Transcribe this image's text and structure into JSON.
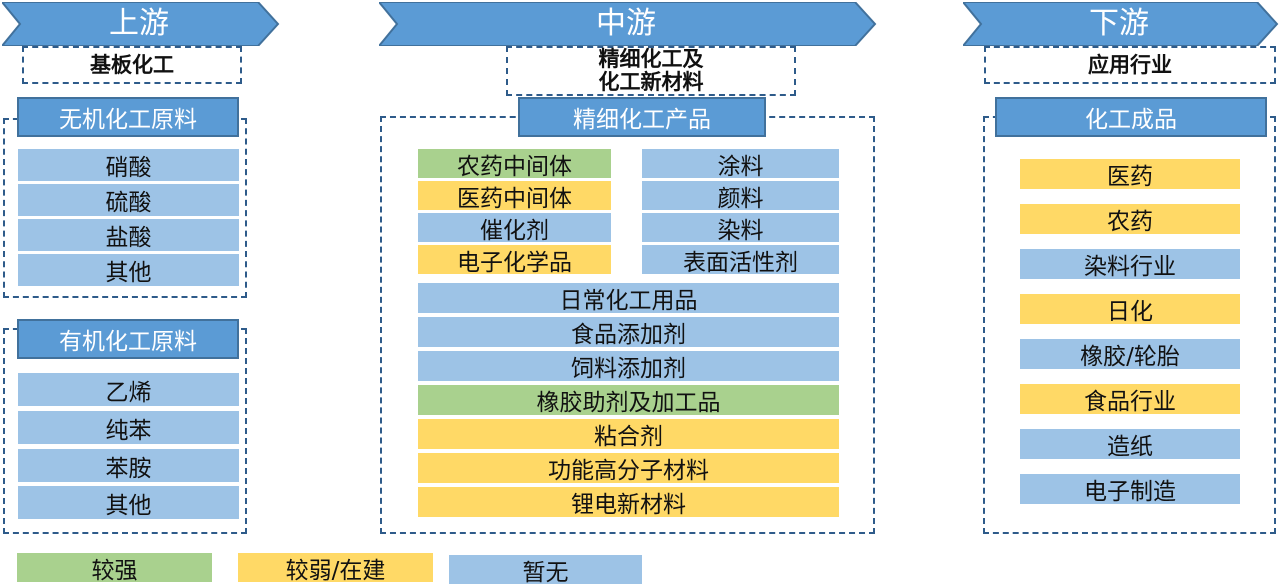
{
  "colors": {
    "blue": "#9dc3e6",
    "green": "#a9d18e",
    "yellow": "#ffd966",
    "header": "#5b9bd5"
  },
  "upstream": {
    "stage": "上游",
    "subtitle": "基板化工",
    "inorganic": {
      "title": "无机化工原料",
      "items": [
        "硝酸",
        "硫酸",
        "盐酸",
        "其他"
      ]
    },
    "organic": {
      "title": "有机化工原料",
      "items": [
        "乙烯",
        "纯苯",
        "苯胺",
        "其他"
      ]
    }
  },
  "midstream": {
    "stage": "中游",
    "subtitle_line1": "精细化工及",
    "subtitle_line2": "化工新材料",
    "title": "精细化工产品",
    "left_items": [
      {
        "label": "农药中间体",
        "status": "green"
      },
      {
        "label": "医药中间体",
        "status": "yellow"
      },
      {
        "label": "催化剂",
        "status": "blue"
      },
      {
        "label": "电子化学品",
        "status": "yellow"
      }
    ],
    "right_items": [
      {
        "label": "涂料",
        "status": "blue"
      },
      {
        "label": "颜料",
        "status": "blue"
      },
      {
        "label": "染料",
        "status": "blue"
      },
      {
        "label": "表面活性剂",
        "status": "blue"
      }
    ],
    "wide_items": [
      {
        "label": "日常化工用品",
        "status": "blue"
      },
      {
        "label": "食品添加剂",
        "status": "blue"
      },
      {
        "label": "饲料添加剂",
        "status": "blue"
      },
      {
        "label": "橡胶助剂及加工品",
        "status": "green"
      },
      {
        "label": "粘合剂",
        "status": "yellow"
      },
      {
        "label": "功能高分子材料",
        "status": "yellow"
      },
      {
        "label": "锂电新材料",
        "status": "yellow"
      }
    ]
  },
  "downstream": {
    "stage": "下游",
    "subtitle": "应用行业",
    "title": "化工成品",
    "items": [
      {
        "label": "医药",
        "status": "yellow"
      },
      {
        "label": "农药",
        "status": "yellow"
      },
      {
        "label": "染料行业",
        "status": "blue"
      },
      {
        "label": "日化",
        "status": "yellow"
      },
      {
        "label": "橡胶/轮胎",
        "status": "blue"
      },
      {
        "label": "食品行业",
        "status": "yellow"
      },
      {
        "label": "造纸",
        "status": "blue"
      },
      {
        "label": "电子制造",
        "status": "blue"
      }
    ]
  },
  "legend": [
    {
      "label": "较强",
      "status": "green"
    },
    {
      "label": "较弱/在建",
      "status": "yellow"
    },
    {
      "label": "暂无",
      "status": "blue"
    }
  ]
}
